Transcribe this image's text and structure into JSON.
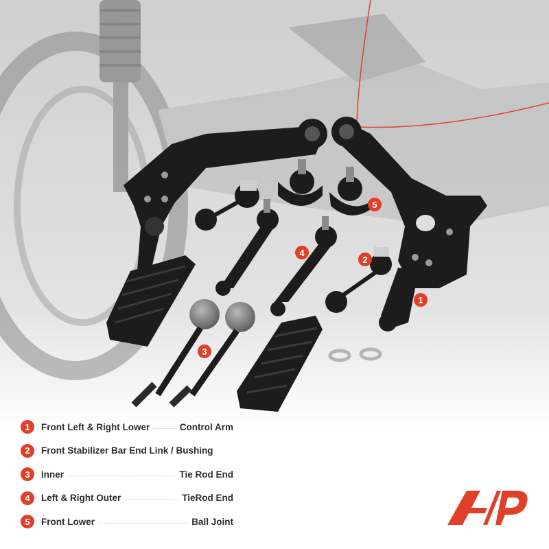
{
  "legend": [
    {
      "num": "1",
      "lead": "Front Left  & Right  Lower",
      "tail": "Control Arm"
    },
    {
      "num": "2",
      "lead": "Front   Stabilizer Bar End Link / Bushing",
      "tail": ""
    },
    {
      "num": "3",
      "lead": "Inner",
      "tail": "Tie Rod End"
    },
    {
      "num": "4",
      "lead": "Left  & Right  Outer",
      "tail": "TieRod End"
    },
    {
      "num": "5",
      "lead": "Front Lower",
      "tail": "Ball Joint"
    }
  ],
  "callouts": {
    "c1": "1",
    "c2": "2",
    "c3": "3",
    "c4": "4",
    "c5": "5"
  },
  "colors": {
    "accent": "#e0402a",
    "part": "#1c1c1c",
    "background_photo": "#d9d9d9"
  }
}
